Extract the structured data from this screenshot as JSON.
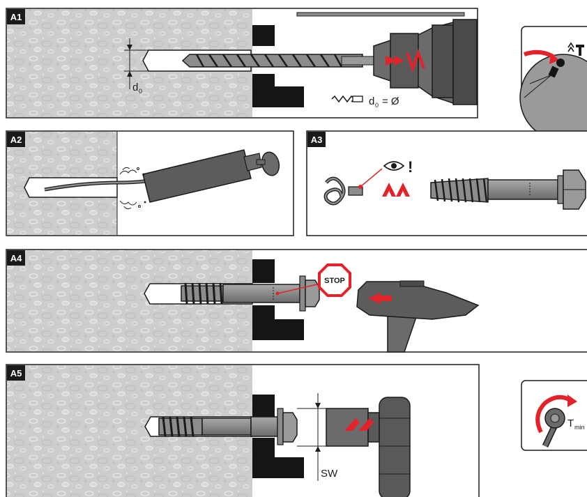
{
  "colors": {
    "concrete": "#cfcfcf",
    "steel": "#8c8c8c",
    "steel_dark": "#5a5a5a",
    "black": "#151515",
    "accent_red": "#e3232a",
    "frame": "#1a1a1a",
    "background": "#ffffff"
  },
  "steps": {
    "a1": {
      "label": "A1",
      "d0_symbol": "d",
      "d0_sub": "0",
      "formula_d": "d",
      "formula_sub": "0",
      "formula_rest": "= Ø",
      "icons": [
        "drill-bit-icon",
        "depth-arrow-icon",
        "hammer-drill-icon",
        "drill-mode-dial-icon"
      ]
    },
    "a2": {
      "label": "A2",
      "icons": [
        "blow-out-pump-icon",
        "dust-icon"
      ]
    },
    "a3": {
      "label": "A3",
      "exclaim": "!",
      "icons": [
        "eye-icon",
        "spring-icon",
        "up-arrows-icon",
        "anchor-bolt-icon"
      ]
    },
    "a4": {
      "label": "A4",
      "stop_text": "STOP",
      "icons": [
        "stop-sign-icon",
        "hammer-icon",
        "arrow-left-icon"
      ]
    },
    "a5": {
      "label": "A5",
      "sw_label": "SW",
      "t_label": "T",
      "t_sub": "min",
      "icons": [
        "socket-wrench-icon",
        "torque-wrench-icon",
        "rotation-arrow-icon"
      ]
    }
  }
}
